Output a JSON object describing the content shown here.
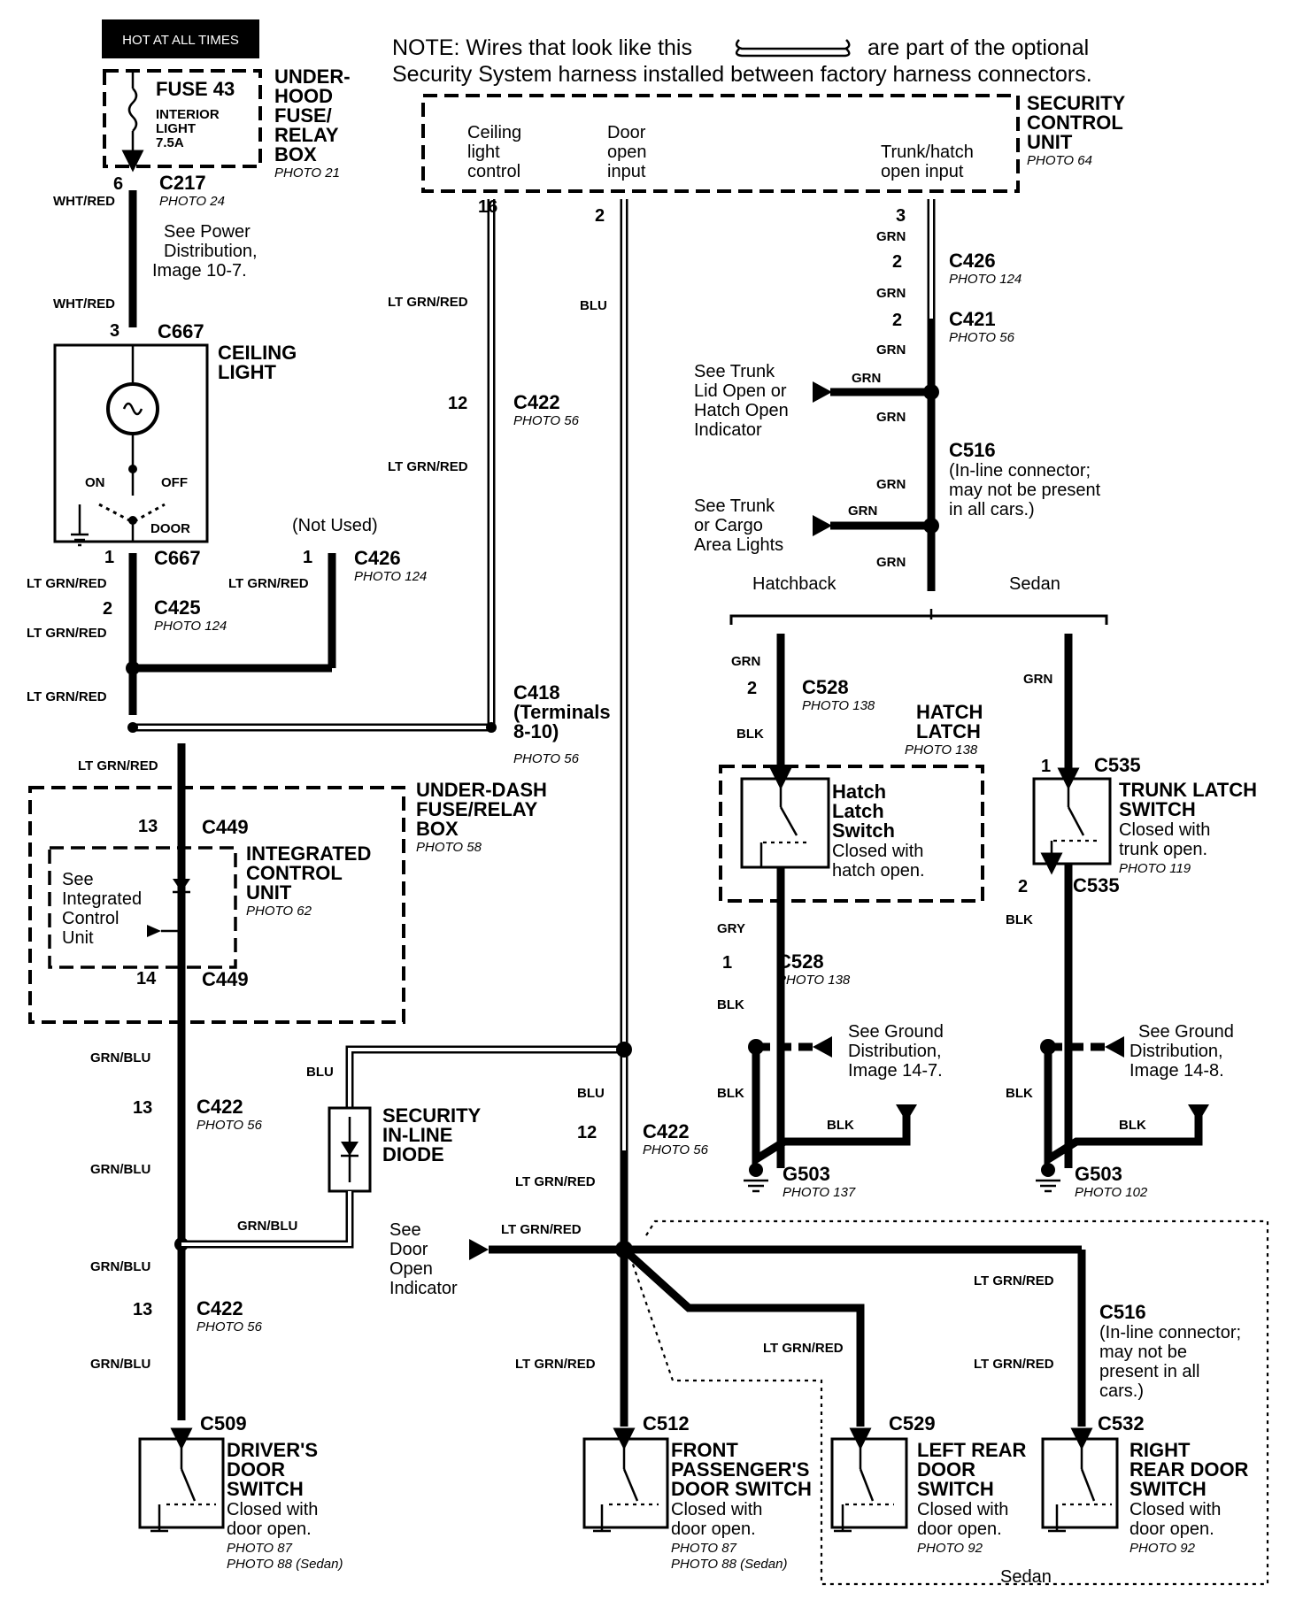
{
  "header": {
    "hot_label": "HOT AT ALL TIMES",
    "note_line1_pre": "NOTE: Wires that look like this",
    "note_line1_post": "are part of the optional",
    "note_line2": "Security System harness installed between factory harness connectors."
  },
  "fuse_box": {
    "fuse": "FUSE 43",
    "fuse_sub": [
      "INTERIOR",
      "LIGHT",
      "7.5A"
    ],
    "name": [
      "UNDER-",
      "HOOD",
      "FUSE/",
      "RELAY",
      "BOX"
    ],
    "photo": "PHOTO 21"
  },
  "security_unit": {
    "name": [
      "SECURITY",
      "CONTROL",
      "UNIT"
    ],
    "photo": "PHOTO 64",
    "inputs": {
      "ceiling": [
        "Ceiling",
        "light",
        "control"
      ],
      "door": [
        "Door",
        "open",
        "input"
      ],
      "trunk": [
        "Trunk/hatch",
        "open input"
      ]
    },
    "pins": {
      "ceiling": "16",
      "door": "2",
      "trunk": "3"
    }
  },
  "left_top": {
    "pin6": "6",
    "c217": "C217",
    "c217_photo": "PHOTO 24",
    "wht_red": "WHT/RED",
    "see_power": [
      "See Power",
      "Distribution,",
      "Image 10-7."
    ],
    "pin3": "3",
    "c667": "C667",
    "ceiling_light": [
      "CEILING",
      "LIGHT"
    ],
    "on": "ON",
    "off": "OFF",
    "door": "DOOR",
    "pin1": "1",
    "c667b": "C667",
    "lt_grn_red": "LT GRN/RED",
    "pin2": "2",
    "c425": "C425",
    "c425_photo": "PHOTO 124",
    "not_used": "(Not Used)",
    "c426": "C426",
    "c426_photo": "PHOTO 124",
    "c426_pin": "1"
  },
  "center": {
    "pin12": "12",
    "c422": "C422",
    "c422_photo": "PHOTO 56",
    "c418": [
      "C418",
      "(Terminals",
      "8-10)"
    ],
    "c418_photo": "PHOTO 56",
    "blu": "BLU"
  },
  "under_dash": {
    "name": [
      "UNDER-DASH",
      "FUSE/RELAY",
      "BOX"
    ],
    "photo": "PHOTO 58",
    "icu": [
      "INTEGRATED",
      "CONTROL",
      "UNIT"
    ],
    "icu_photo": "PHOTO 62",
    "see_icu": [
      "See",
      "Integrated",
      "Control",
      "Unit"
    ],
    "pin13": "13",
    "c449": "C449",
    "pin14": "14",
    "c449b": "C449"
  },
  "driver_side": {
    "grn_blu": "GRN/BLU",
    "pin13": "13",
    "c422": "C422",
    "c422_photo": "PHOTO 56",
    "diode": [
      "SECURITY",
      "IN-LINE",
      "DIODE"
    ],
    "c509": "C509",
    "switch": [
      "DRIVER'S",
      "DOOR",
      "SWITCH"
    ],
    "closed": [
      "Closed with",
      "door open."
    ],
    "photos": [
      "PHOTO 87",
      "PHOTO 88 (Sedan)"
    ]
  },
  "door_switches": {
    "pin12": "12",
    "c422": "C422",
    "c422_photo": "PHOTO 56",
    "see_door": [
      "See",
      "Door",
      "Open",
      "Indicator"
    ],
    "c512": "C512",
    "front": [
      "FRONT",
      "PASSENGER'S",
      "DOOR SWITCH"
    ],
    "front_closed": [
      "Closed with",
      "door open."
    ],
    "front_photos": [
      "PHOTO 87",
      "PHOTO 88 (Sedan)"
    ],
    "c529": "C529",
    "left_rear": [
      "LEFT REAR",
      "DOOR",
      "SWITCH"
    ],
    "left_closed": [
      "Closed with",
      "door open."
    ],
    "left_photo": "PHOTO 92",
    "c516": "C516",
    "c516_note": [
      "(In-line connector;",
      "may not be",
      "present in all",
      "cars.)"
    ],
    "c532": "C532",
    "right_rear": [
      "RIGHT",
      "REAR DOOR",
      "SWITCH"
    ],
    "right_closed": [
      "Closed with",
      "door open."
    ],
    "right_photo": "PHOTO 92",
    "sedan": "Sedan"
  },
  "trunk_side": {
    "grn": "GRN",
    "c426": "C426",
    "c426_photo": "PHOTO 124",
    "pin2a": "2",
    "c421": "C421",
    "c421_photo": "PHOTO 56",
    "pin2b": "2",
    "see_trunk_lid": [
      "See Trunk",
      "Lid Open or",
      "Hatch Open",
      "Indicator"
    ],
    "c516": "C516",
    "c516_note": [
      "(In-line connector;",
      "may not be present",
      "in all cars.)"
    ],
    "see_cargo": [
      "See Trunk",
      "or Cargo",
      "Area Lights"
    ],
    "hatchback": "Hatchback",
    "sedan": "Sedan"
  },
  "hatch": {
    "pin2": "2",
    "c528": "C528",
    "c528_photo": "PHOTO 138",
    "blk": "BLK",
    "gry": "GRY",
    "latch": [
      "HATCH",
      "LATCH"
    ],
    "latch_photo": "PHOTO 138",
    "switch": [
      "Hatch",
      "Latch",
      "Switch"
    ],
    "closed": [
      "Closed with",
      "hatch open."
    ],
    "pin1": "1",
    "c528b": "C528",
    "c528b_photo": "PHOTO 138",
    "see_ground": [
      "See Ground",
      "Distribution,",
      "Image 14-7."
    ],
    "g503": "G503",
    "g503_photo": "PHOTO 137"
  },
  "trunk": {
    "pin1": "1",
    "c535": "C535",
    "switch": [
      "TRUNK LATCH",
      "SWITCH"
    ],
    "closed": [
      "Closed with",
      "trunk open."
    ],
    "photo": "PHOTO 119",
    "pin2": "2",
    "c535b": "C535",
    "blk": "BLK",
    "see_ground": [
      "See Ground",
      "Distribution,",
      "Image 14-8."
    ],
    "g503": "G503",
    "g503_photo": "PHOTO 102"
  }
}
